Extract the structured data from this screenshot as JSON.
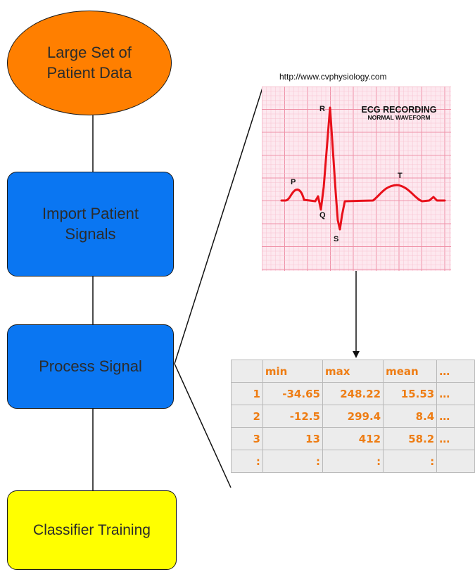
{
  "flow": {
    "n1": "Large Set of\nPatient Data",
    "n2": "Import Patient\nSignals",
    "n3": "Process Signal",
    "n4": "Classifier Training"
  },
  "colors": {
    "start": "#ff7f00",
    "process": "#0a76f2",
    "end": "#ffff00",
    "table_text": "#ee7d14",
    "ecg_trace": "#e8101a",
    "ecg_grid": "#f4a6b7",
    "ecg_background": "#fde8ef"
  },
  "source_url": "http://www.cvphysiology.com",
  "ecg": {
    "title": "ECG RECORDING",
    "subtitle": "NORMAL WAVEFORM",
    "labels": {
      "p": "P",
      "q": "Q",
      "r": "R",
      "s": "S",
      "t": "T"
    }
  },
  "table": {
    "headers": [
      "",
      "min",
      "max",
      "mean",
      "…"
    ],
    "rows": [
      [
        "1",
        "-34.65",
        "248.22",
        "15.53",
        "…"
      ],
      [
        "2",
        "-12.5",
        "299.4",
        "8.4",
        "…"
      ],
      [
        "3",
        "13",
        "412",
        "58.2",
        "…"
      ],
      [
        ":",
        ":",
        ":",
        ":",
        ""
      ]
    ]
  }
}
